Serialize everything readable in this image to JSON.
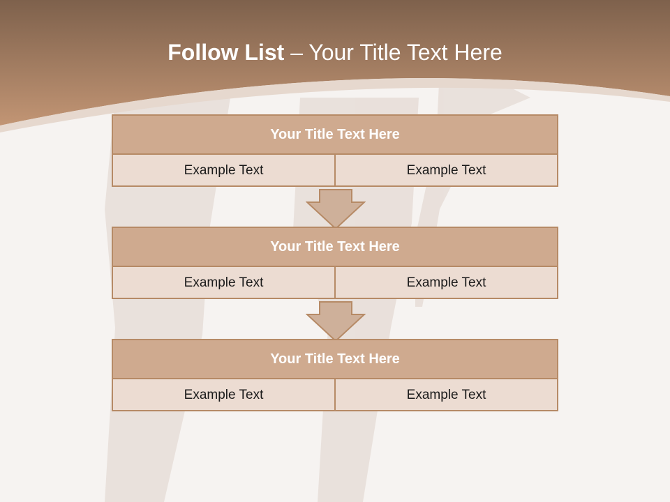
{
  "header": {
    "title_bold": "Follow List",
    "title_rest": "– Your Title Text Here"
  },
  "steps": [
    {
      "title": "Your Title Text Here",
      "left": "Example Text",
      "right": "Example Text"
    },
    {
      "title": "Your Title Text Here",
      "left": "Example Text",
      "right": "Example Text"
    },
    {
      "title": "Your Title Text Here",
      "left": "Example Text",
      "right": "Example Text"
    }
  ],
  "colors": {
    "header_brown": "#a9795a",
    "block_title": "#cfaa8f",
    "block_cell": "#ecdcd2",
    "border": "#b68a66"
  }
}
